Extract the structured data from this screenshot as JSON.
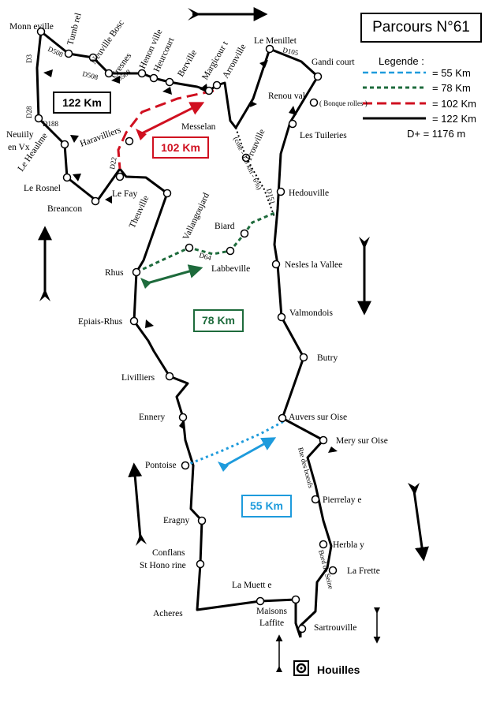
{
  "title": "Parcours N°61",
  "legend": {
    "heading": "Legende :",
    "items": [
      {
        "label": "=    55 Km",
        "color": "#1e9bdc",
        "style": "dashed"
      },
      {
        "label": "=    78 Km",
        "color": "#1e6b3c",
        "style": "dashed"
      },
      {
        "label": "= 102 Km",
        "color": "#d01020",
        "style": "dashed"
      },
      {
        "label": "= 122 Km",
        "color": "#000000",
        "style": "solid"
      }
    ],
    "elevation": "D+ = 1176 m"
  },
  "distance_boxes": {
    "km122": "122 Km",
    "km102": "102 Km",
    "km78": "78 Km",
    "km55": "55 Km"
  },
  "places": {
    "monneville": "Monn eville",
    "tumbrel": "Tumb rel",
    "neuville_bosc": "Neuville Bosc",
    "cresnes": "Cresnes",
    "henonville": "Henon ville",
    "heurcourt": "Heurcourt",
    "berville": "Berville",
    "margicourt": "Margicour t",
    "arronville": "Arronville",
    "le_menillet": "Le Menillet",
    "gandicourt": "Gandi court",
    "renouval": "Renou val",
    "bonquerolles": "( Bonque rolles )",
    "les_tuileries": "Les Tuileries",
    "messelan": "Messelan",
    "frouville": "Frouville",
    "haravilliers": "Haravilliers",
    "neuilly_1": "Neuiily",
    "neuilly_2": "en Vx",
    "le_heaulme": "Le Heaulme",
    "le_rosnel": "Le Rosnel",
    "breancon": "Breancon",
    "le_fay": "Le Fay",
    "theuville": "Theuville",
    "vallangoujard": "Vallangoujard",
    "biard": "Biard",
    "labbeville": "Labbeville",
    "hedouville": "Hedouville",
    "nesles": "Nesles la Vallee",
    "rhus": "Rhus",
    "epiais_rhus": "Epiais-Rhus",
    "valmondois": "Valmondois",
    "butry": "Butry",
    "livilliers": "Livilliers",
    "ennery": "Ennery",
    "auvers": "Auvers sur Oise",
    "mery": "Mery sur Oise",
    "pontoise": "Pontoise",
    "pierrelaye": "Pierrelay e",
    "eragny": "Eragny",
    "herblay": "Herbla y",
    "la_frette": "La Frette",
    "conflans_1": "Conflans",
    "conflans_2": "St Hono rine",
    "la_muette": "La Muett e",
    "maisons_1": "Maisons",
    "maisons_2": "Laffite",
    "acheres": "Acheres",
    "sartrouville": "Sartrouville",
    "houilles": "Houilles"
  },
  "roads": {
    "d3": "D3",
    "d508a": "D508",
    "d508b": "D508",
    "d508c": "D508",
    "d28": "D28",
    "d188": "D188",
    "d105": "D105",
    "d22": "D22",
    "d64": "D64",
    "d151": "D151",
    "cote": "(cote  -  1,5 km  -  6%)",
    "rte_boeufs": "Rte des boeufs",
    "bord_seine": "Bord   de Seine"
  }
}
